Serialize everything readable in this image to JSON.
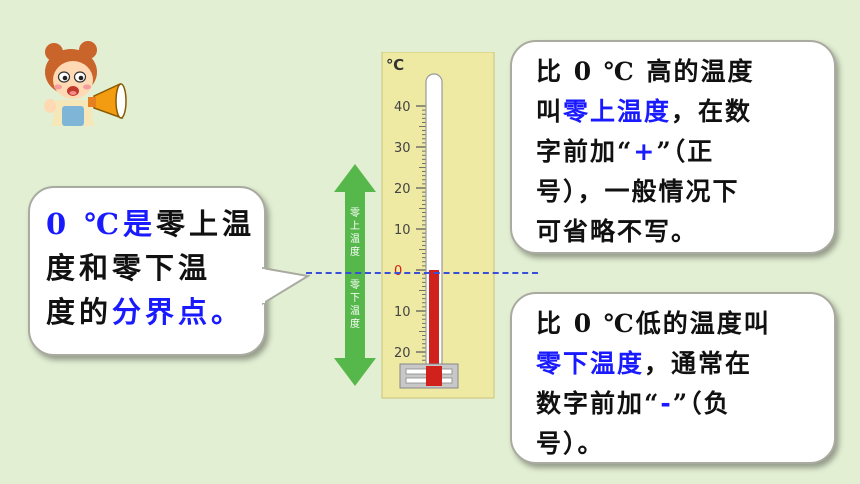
{
  "left_bubble": {
    "line1_a": "0 ℃是",
    "line1_b": "零上温",
    "line2": "度和零下温",
    "line3_a": "度的",
    "line3_b": "分界点。"
  },
  "top_right_bubble": {
    "line1": "比  0 ℃ 高的温度",
    "line2_a": "叫",
    "line2_b": "零上温度",
    "line2_c": "，在数",
    "line3_a": "字前加“",
    "line3_b": "+",
    "line3_c": "”（正",
    "line4": "号），一般情况下",
    "line5": "可省略不写。"
  },
  "bottom_right_bubble": {
    "line1": "比  0 ℃低的温度叫",
    "line2_a": "零下温度",
    "line2_b": "，通常在",
    "line3_a": "数字前加“",
    "line3_b": "-",
    "line3_c": "”（负",
    "line4": "号）。"
  },
  "thermometer": {
    "unit": "℃",
    "ticks": [
      "40",
      "30",
      "20",
      "10",
      "0",
      "10",
      "20"
    ],
    "reading": 0,
    "label_above": "零上温度",
    "label_below": "零下温度"
  },
  "colors": {
    "background": "#e3efd3",
    "highlight": "#1a1aff",
    "arrow": "#56b84a",
    "mercury": "#d0211c",
    "thermo_board": "#eee9a3"
  },
  "character": {
    "icon": "girl-with-megaphone-icon"
  }
}
